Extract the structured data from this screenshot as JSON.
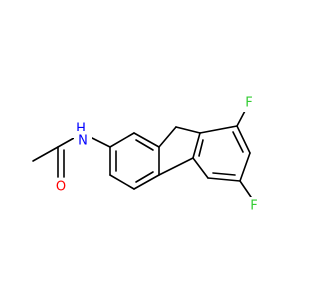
{
  "molecule": {
    "atoms": {
      "nitrogen": {
        "label": "N",
        "color": "#0000ff"
      },
      "hydrogen": {
        "label": "H",
        "color": "#0000ff"
      },
      "oxygen": {
        "label": "O",
        "color": "#ff0000"
      },
      "fluorine_top": {
        "label": "F",
        "color": "#33cc33"
      },
      "fluorine_bottom": {
        "label": "F",
        "color": "#33cc33"
      }
    }
  }
}
